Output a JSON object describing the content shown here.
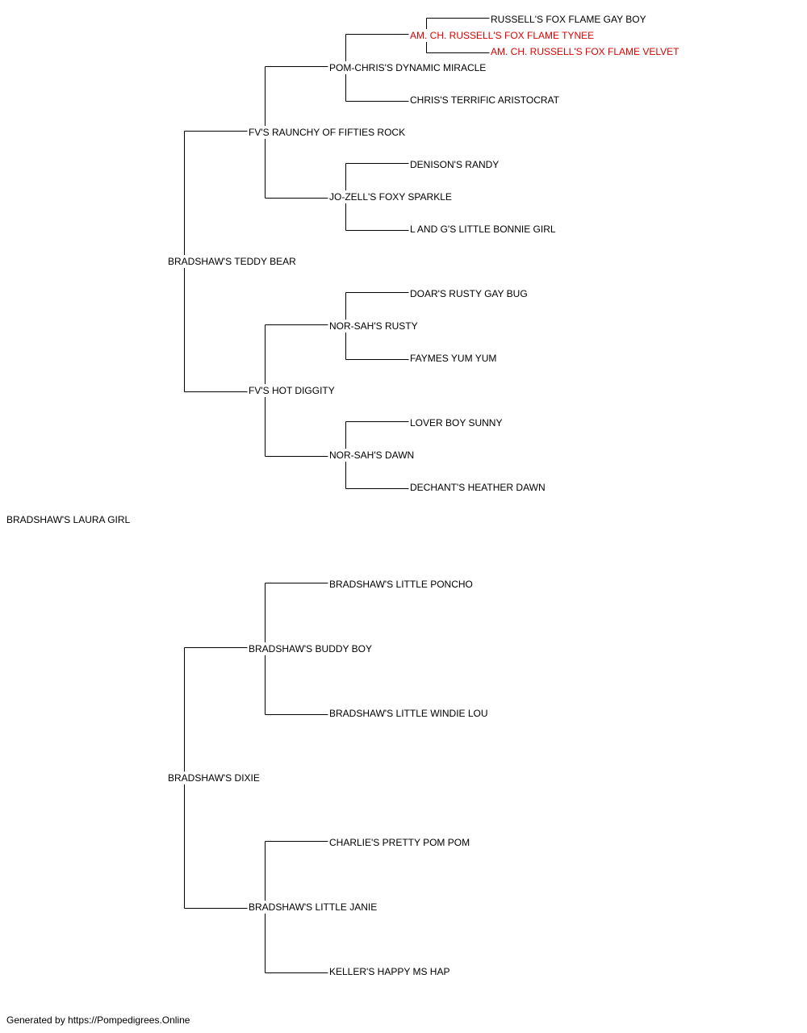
{
  "subject": "BRADSHAW'S LAURA GIRL",
  "colors": {
    "text": "#000000",
    "champion": "#e00000",
    "line": "#000000"
  },
  "sire": {
    "name": "BRADSHAW'S TEDDY BEAR",
    "sire": {
      "name": "FV'S RAUNCHY OF FIFTIES ROCK",
      "sire": {
        "name": "POM-CHRIS'S DYNAMIC MIRACLE",
        "sire": {
          "name": "AM. CH. RUSSELL'S FOX FLAME TYNEE",
          "sire": {
            "name": "RUSSELL'S FOX FLAME GAY BOY"
          },
          "dam": {
            "name": "AM. CH. RUSSELL'S FOX FLAME VELVET"
          }
        },
        "dam": {
          "name": "CHRIS'S TERRIFIC ARISTOCRAT"
        }
      },
      "dam": {
        "name": "JO-ZELL'S FOXY SPARKLE",
        "sire": {
          "name": "DENISON'S RANDY"
        },
        "dam": {
          "name": "L AND G'S LITTLE BONNIE GIRL"
        }
      }
    },
    "dam": {
      "name": "FV'S HOT DIGGITY",
      "sire": {
        "name": "NOR-SAH'S RUSTY",
        "sire": {
          "name": "DOAR'S RUSTY GAY BUG"
        },
        "dam": {
          "name": "FAYMES YUM YUM"
        }
      },
      "dam": {
        "name": "NOR-SAH'S DAWN",
        "sire": {
          "name": "LOVER BOY SUNNY"
        },
        "dam": {
          "name": "DECHANT'S HEATHER DAWN"
        }
      }
    }
  },
  "dam": {
    "name": "BRADSHAW'S DIXIE",
    "sire": {
      "name": "BRADSHAW'S BUDDY BOY",
      "sire": {
        "name": "BRADSHAW'S LITTLE PONCHO"
      },
      "dam": {
        "name": "BRADSHAW'S LITTLE WINDIE LOU"
      }
    },
    "dam": {
      "name": "BRADSHAW'S LITTLE JANIE",
      "sire": {
        "name": "CHARLIE'S PRETTY POM POM"
      },
      "dam": {
        "name": "KELLER'S HAPPY MS HAP"
      }
    }
  },
  "footer": "Generated by https://Pompedigrees.Online"
}
